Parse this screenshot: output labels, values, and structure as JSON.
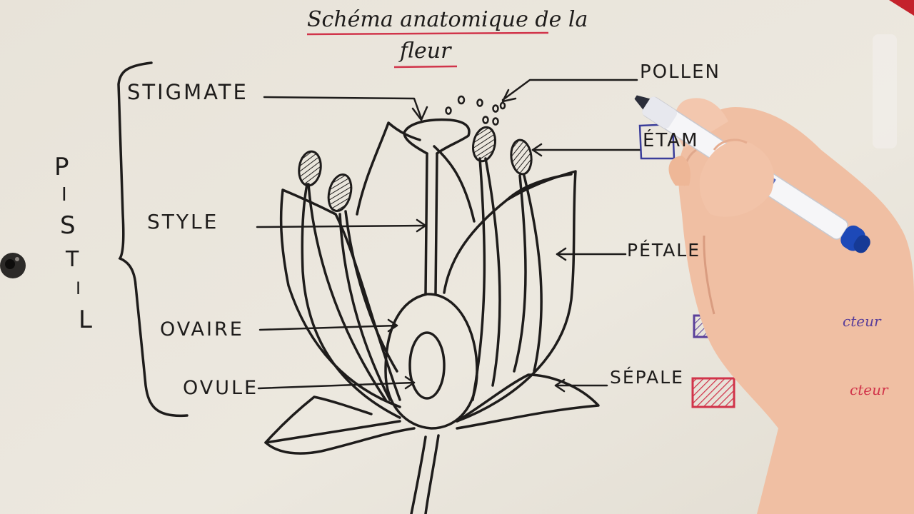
{
  "title": {
    "line1": "Schéma anatomique de la",
    "line2": "fleur"
  },
  "labels": {
    "stigmate": "STIGMATE",
    "style": "STYLE",
    "ovaire": "OVAIRE",
    "ovule": "OVULE",
    "pollen": "POLLEN",
    "etamine": "ÉTAM",
    "petale": "PÉTALE",
    "sepale": "SÉPALE"
  },
  "pistil_letters": [
    "P",
    "I",
    "S",
    "T",
    "I",
    "L"
  ],
  "legend": {
    "item1_text": "cteur",
    "item2_text": "cteur"
  },
  "colors": {
    "ink": "#1e1c1b",
    "underline_red": "#d1344a",
    "legend_purple": "#5a3f9a",
    "legend_red": "#d1344a",
    "board": "#eae6dc",
    "marker_body": "#f4f4f6",
    "marker_cap": "#1d49b8",
    "skin": "#f2c3a8"
  }
}
